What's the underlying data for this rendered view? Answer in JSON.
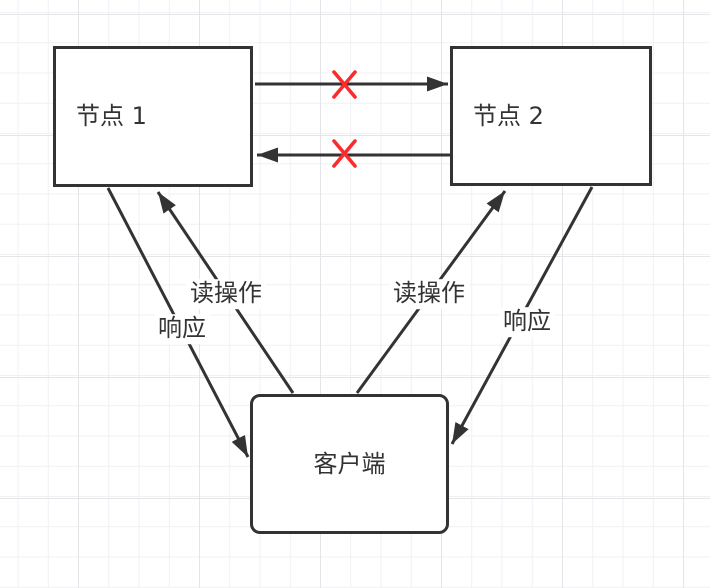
{
  "diagram": {
    "nodes": [
      {
        "id": "node1",
        "label": "节点 1",
        "shape": "rectangle"
      },
      {
        "id": "node2",
        "label": "节点 2",
        "shape": "rectangle"
      },
      {
        "id": "client",
        "label": "客户端",
        "shape": "rounded-rectangle"
      }
    ],
    "edges": [
      {
        "from": "node1",
        "to": "node2",
        "label": "",
        "status": "broken-link",
        "mark": "X"
      },
      {
        "from": "node2",
        "to": "node1",
        "label": "",
        "status": "broken-link",
        "mark": "X"
      },
      {
        "from": "client",
        "to": "node1",
        "label": "读操作"
      },
      {
        "from": "node1",
        "to": "client",
        "label": "响应"
      },
      {
        "from": "client",
        "to": "node2",
        "label": "读操作"
      },
      {
        "from": "node2",
        "to": "client",
        "label": "响应"
      }
    ],
    "icons": [
      {
        "name": "x-mark-icon",
        "meaning": "link failure cross",
        "count": 2
      }
    ]
  },
  "colors": {
    "line": "#333333",
    "node_border": "#333333",
    "node_fill": "#ffffff",
    "text": "#333333",
    "failure_mark": "#fb2b2b",
    "background": "#ffffff",
    "grid_minor": "#f1f1f4",
    "grid_major": "#e5e5e9"
  }
}
